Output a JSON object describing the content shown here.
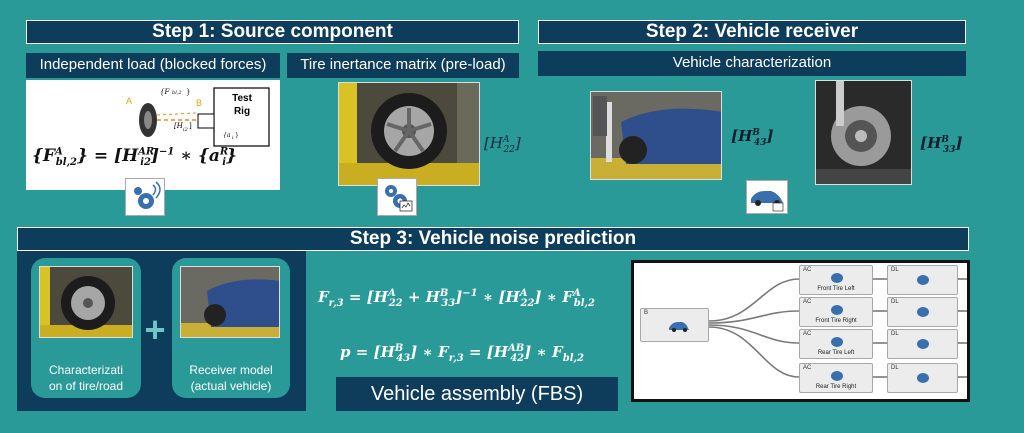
{
  "step1": {
    "title": "Step 1: Source component",
    "sub_left": "Independent load (blocked forces)",
    "sub_right": "Tire inertance matrix (pre-load)",
    "point_a": "A",
    "point_b": "B",
    "rig_label": "Test\nRig",
    "tire_matrix_label": "[H22A]"
  },
  "step2": {
    "title": "Step 2: Vehicle receiver",
    "sub": "Vehicle characterization",
    "label_h43": "[H43B]",
    "label_h33": "[H33B]"
  },
  "step3": {
    "title": "Step 3: Vehicle noise prediction",
    "card1_caption": "Characterizati\non of tire/road",
    "card2_caption": "Receiver model\n(actual vehicle)",
    "plus": "+",
    "assembly_label": "Vehicle assembly (FBS)"
  },
  "diagram": {
    "source_tag": "B",
    "nodes": [
      {
        "tag": "AC",
        "label": "Front Tire Left",
        "dl": "DL"
      },
      {
        "tag": "AC",
        "label": "Front Tire Right",
        "dl": "DL"
      },
      {
        "tag": "AC",
        "label": "Rear Tire Left",
        "dl": "DL"
      },
      {
        "tag": "AC",
        "label": "Rear Tire Right",
        "dl": "DL"
      }
    ]
  },
  "colors": {
    "background": "#2a9a98",
    "title_bg": "#0e3d5c",
    "panel_dark": "#0e3d5c"
  }
}
